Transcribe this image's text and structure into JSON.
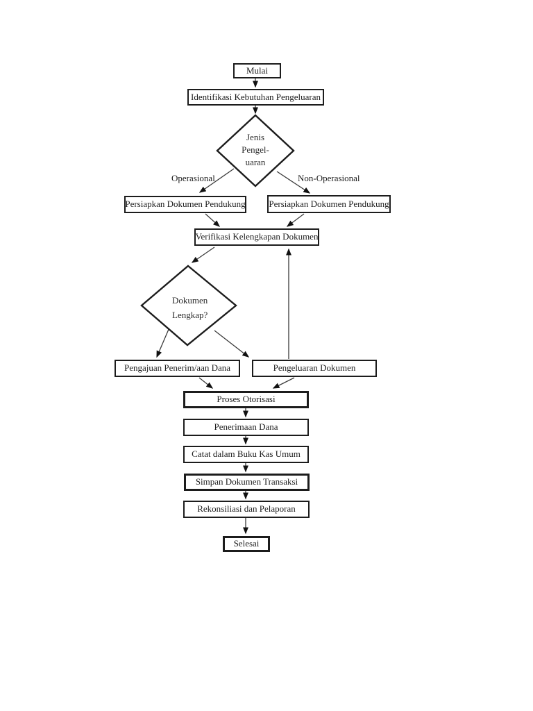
{
  "colors": {
    "background": "#ffffff",
    "ink": "#1c1c1c",
    "connector": "#3a3a3a"
  },
  "flowchart": {
    "nodes": {
      "mulai": "Mulai",
      "identifikasi": "Identifikasi Kebutuhan Pengeluaran",
      "persiapkan_operasional": "Persiapkan Dokumen Pendukung",
      "persiapkan_non_operasional": "Persiapkan Dokumen Pendukung",
      "verifikasi": "Verifikasi Kelengkapan Dokumen",
      "pengajuan": "Pengajuan Penerim/aan Dana",
      "pengeluaran": "Pengeluaran Dokumen",
      "proses_otorisasi": "Proses Otorisasi",
      "penerimaan_dana": "Penerimaan Dana",
      "catat_buku_kas": "Catat dalam Buku Kas Umum",
      "simpan_dokumen": "Simpan Dokumen Transaksi",
      "rekonsiliasi": "Rekonsiliasi dan Pelaporan",
      "selesai": "Selesai"
    },
    "decisions": {
      "jenis_pengeluaran": {
        "line1": "Jenis",
        "line2": "Pengel-",
        "line3": "uaran"
      },
      "dokumen_lengkap": {
        "line1": "Dokumen",
        "line2": "Lengkap?"
      }
    },
    "branch_labels": {
      "operasional": "Operasional",
      "non_operasional": "Non-Operasional"
    }
  }
}
